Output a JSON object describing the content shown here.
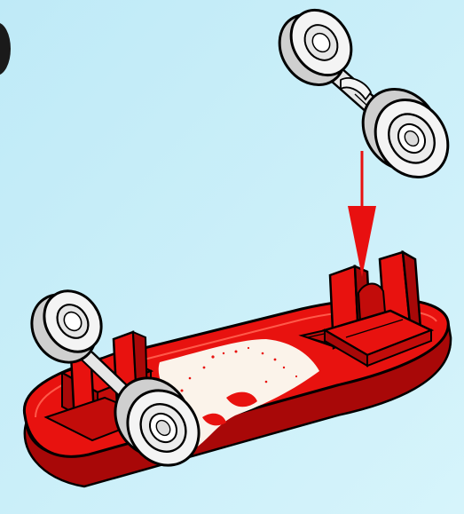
{
  "illustration": {
    "colors": {
      "background": "#c8eef8",
      "board": "#e8120f",
      "board_shadow": "#a80808",
      "wheel": "#f4f4f4",
      "wheel_shade": "#cfcfcf",
      "outline": "#000000",
      "arrow": "#e81010",
      "deck_pattern": "#fbf3ea"
    },
    "icons": [
      "skateboard-deck",
      "truck-mount",
      "wheel-axle-assembly",
      "insert-arrow"
    ]
  }
}
